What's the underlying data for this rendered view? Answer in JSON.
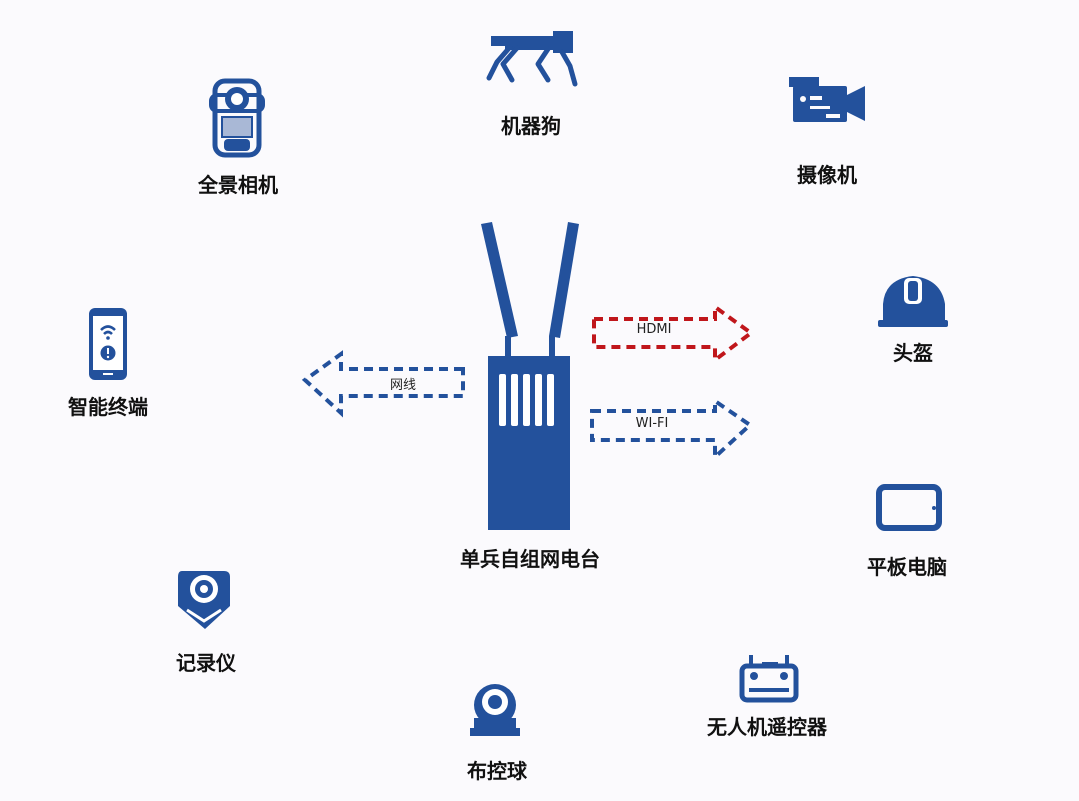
{
  "center": {
    "label": "单兵自组网电台",
    "icon": "radio-device-icon"
  },
  "devices": [
    {
      "id": "robot-dog",
      "label": "机器狗",
      "icon": "robot-dog-icon"
    },
    {
      "id": "camera",
      "label": "摄像机",
      "icon": "video-camera-icon"
    },
    {
      "id": "panoramic",
      "label": "全景相机",
      "icon": "panoramic-camera-icon"
    },
    {
      "id": "helmet",
      "label": "头盔",
      "icon": "helmet-icon"
    },
    {
      "id": "smart-terminal",
      "label": "智能终端",
      "icon": "smartphone-icon"
    },
    {
      "id": "tablet",
      "label": "平板电脑",
      "icon": "tablet-icon"
    },
    {
      "id": "recorder",
      "label": "记录仪",
      "icon": "body-recorder-icon"
    },
    {
      "id": "drone-remote",
      "label": "无人机遥控器",
      "icon": "drone-remote-icon"
    },
    {
      "id": "ptz-ball",
      "label": "布控球",
      "icon": "ptz-dome-camera-icon"
    }
  ],
  "connections": [
    {
      "label": "HDMI",
      "direction": "right",
      "color": "#c0161b"
    },
    {
      "label": "WI-FI",
      "direction": "right",
      "color": "#23519c"
    },
    {
      "label": "网线",
      "direction": "left",
      "color": "#23519c"
    }
  ],
  "colors": {
    "primary": "#23519c",
    "hdmi": "#c0161b",
    "background": "#fbfafd"
  }
}
